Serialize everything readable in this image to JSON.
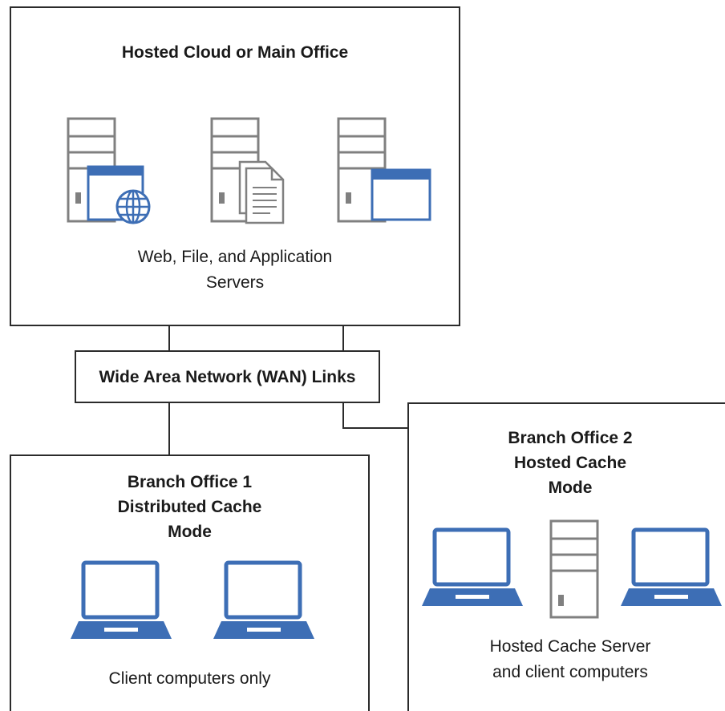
{
  "main_office": {
    "title": "Hosted Cloud or Main Office",
    "caption_line1": "Web, File, and Application",
    "caption_line2": "Servers"
  },
  "wan": {
    "label": "Wide Area Network (WAN) Links"
  },
  "branch1": {
    "title_line1": "Branch Office 1",
    "title_line2": "Distributed Cache",
    "title_line3": "Mode",
    "caption": "Client computers only"
  },
  "branch2": {
    "title_line1": "Branch Office 2",
    "title_line2": "Hosted Cache",
    "title_line3": "Mode",
    "caption_line1": "Hosted Cache Server",
    "caption_line2": "and client computers"
  },
  "colors": {
    "server_gray": "#808080",
    "accent_blue": "#3d6eb5",
    "border": "#2b2b2b"
  },
  "icons": [
    "web-server-icon",
    "file-server-icon",
    "application-server-icon",
    "laptop-icon",
    "hosted-cache-server-icon"
  ]
}
